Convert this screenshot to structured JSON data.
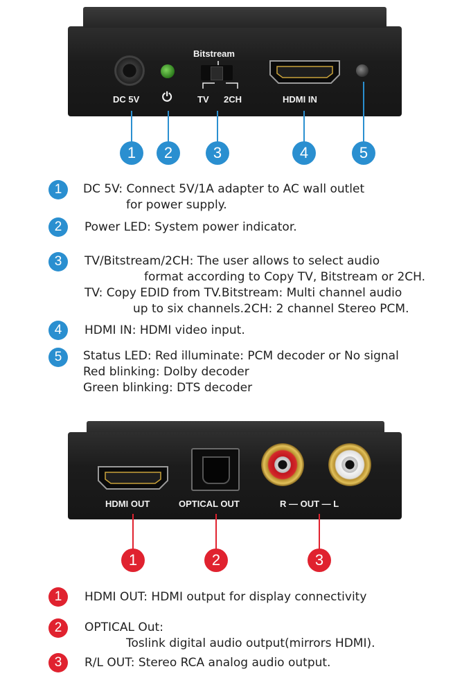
{
  "front_panel": {
    "labels": {
      "dc": "DC 5V",
      "power_symbol": "⏻",
      "bitstream": "Bitstream",
      "tv": "TV",
      "two_ch": "2CH",
      "hdmi_in": "HDMI IN"
    },
    "callouts": [
      "1",
      "2",
      "3",
      "4",
      "5"
    ]
  },
  "front_descriptions": [
    {
      "num": "1",
      "lines": [
        "DC 5V: Connect 5V/1A adapter to AC wall outlet",
        "for power supply."
      ]
    },
    {
      "num": "2",
      "lines": [
        "Power LED: System power indicator."
      ]
    },
    {
      "num": "3",
      "lines": [
        "TV/Bitstream/2CH: The user allows to select audio",
        "format according to Copy TV, Bitstream or 2CH.",
        "TV: Copy EDID from TV.Bitstream: Multi channel audio",
        "up to six channels.2CH: 2 channel Stereo PCM."
      ]
    },
    {
      "num": "4",
      "lines": [
        "HDMI IN: HDMI video input."
      ]
    },
    {
      "num": "5",
      "lines": [
        "Status LED: Red illuminate: PCM decoder  or No signal",
        "Red blinking: Dolby decoder",
        "Green blinking: DTS decoder"
      ]
    }
  ],
  "rear_panel": {
    "labels": {
      "hdmi_out": "HDMI OUT",
      "optical_out": "OPTICAL OUT",
      "rl_out": "R — OUT — L"
    },
    "callouts": [
      "1",
      "2",
      "3"
    ]
  },
  "rear_descriptions": [
    {
      "num": "1",
      "lines": [
        "HDMI OUT: HDMI output for display connectivity"
      ]
    },
    {
      "num": "2",
      "lines": [
        "OPTICAL Out:",
        "Toslink digital audio output(mirrors HDMI)."
      ]
    },
    {
      "num": "3",
      "lines": [
        "R/L OUT: Stereo RCA analog audio output."
      ]
    }
  ],
  "colors": {
    "front_accent": "#2a8fd0",
    "rear_accent": "#e0222f",
    "device_body": "#1c1c1c"
  }
}
